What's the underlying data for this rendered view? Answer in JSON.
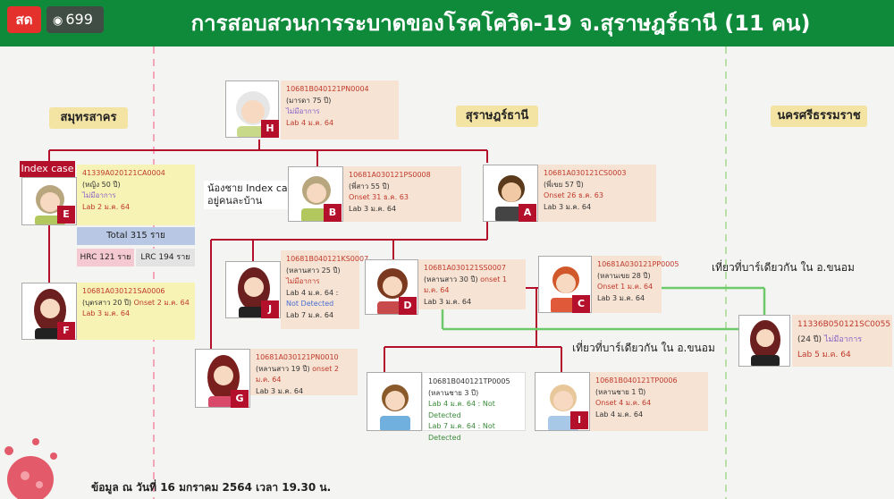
{
  "header": {
    "title": "การสอบสวนการระบาดของโรคโควิด-19 จ.สุราษฎร์ธานี (11 คน)",
    "live_label": "สด",
    "view_count": "699"
  },
  "regions": {
    "left": "สมุทรสาคร",
    "center": "สุราษฎร์ธานี",
    "right": "นครศรีธรรมราช"
  },
  "index_case_label": "Index case",
  "total_box": {
    "total": "Total 315 ราย",
    "hrc": "HRC 121 ราย",
    "lrc": "LRC 194 ราย"
  },
  "sibling_note": {
    "line1": "น้องชาย Index case",
    "line2": "อยู่คนละบ้าน"
  },
  "trip_notes": {
    "upper": "เที่ยวที่บาร์เดียวกัน ใน อ.ขนอม",
    "lower": "เที่ยวที่บาร์เดียวกัน ใน อ.ขนอม"
  },
  "cases": {
    "H": {
      "badge": "H",
      "id": "10681B040121PN0004",
      "rel": "(มารดา  75 ปี)",
      "symptom": "ไม่มีอาการ",
      "lab": "Lab 4 ม.ค. 64"
    },
    "E": {
      "badge": "E",
      "id": "41339A020121CA0004",
      "rel": "(หญิง 50 ปี)",
      "symptom": "ไม่มีอาการ",
      "lab": "Lab 2 ม.ค. 64"
    },
    "B": {
      "badge": "B",
      "id": "10681A030121PS0008",
      "rel": "(พี่สาว 55 ปี)",
      "onset": "Onset 31 ธ.ค. 63",
      "lab": "Lab 3 ม.ค. 64"
    },
    "A": {
      "badge": "A",
      "id": "10681A030121CS0003",
      "rel": "(พี่เขย 57 ปี)",
      "onset": "Onset 26 ธ.ค. 63",
      "lab": "Lab 3 ม.ค. 64"
    },
    "F": {
      "badge": "F",
      "id": "10681A030121SA0006",
      "rel": "(บุตรสาว 20 ปี)",
      "onset": "Onset 2 ม.ค. 64",
      "lab": "Lab 3 ม.ค. 64"
    },
    "J": {
      "badge": "J",
      "id": "10681B040121KS0007",
      "rel": "(หลานสาว 25 ปี)",
      "symptom": "ไม่มีอาการ",
      "lab1": "Lab 4 ม.ค. 64 :",
      "result1": "Not Detected",
      "lab2": "Lab 7 ม.ค. 64"
    },
    "D": {
      "badge": "D",
      "id": "10681A030121SS0007",
      "rel": "(หลานสาว 30 ปี)",
      "onset": "onset 1 ม.ค. 64",
      "lab": "Lab 3 ม.ค. 64"
    },
    "C": {
      "badge": "C",
      "id": "10681A030121PP0005",
      "rel": "(หลานเขย 28 ปี)",
      "onset": "Onset 1 ม.ค. 64",
      "lab": "Lab 3 ม.ค. 64"
    },
    "G": {
      "badge": "G",
      "id": "10681A030121PN0010",
      "rel": "(หลานสาว 19 ปี)",
      "onset": "onset 2 ม.ค. 64",
      "lab": "Lab 3 ม.ค. 64"
    },
    "K": {
      "id": "10681B040121TP0005",
      "rel": "(หลานชาย 3 ปี)",
      "lab1": "Lab 4 ม.ค. 64 : Not Detected",
      "lab2": "Lab 7 ม.ค. 64 : Not Detected"
    },
    "I": {
      "badge": "I",
      "id": "10681B040121TP0006",
      "rel": "(หลานชาย 1 ปี)",
      "onset": "Onset 4 ม.ค. 64",
      "lab": "Lab 4 ม.ค. 64"
    },
    "N": {
      "id": "11336B050121SC0055",
      "rel": "(24 ปี)",
      "symptom": "ไม่มีอาการ",
      "lab": "Lab 5 ม.ค. 64"
    }
  },
  "footer": "ข้อมูล ณ วันที่ 16 มกราคม 2564 เวลา 19.30 น.",
  "colors": {
    "header_green": "#0f8a3a",
    "badge_red": "#b5102b",
    "line_red": "#b5102b",
    "line_green": "#6ec96a",
    "region_yellow": "#f4e4a4"
  }
}
